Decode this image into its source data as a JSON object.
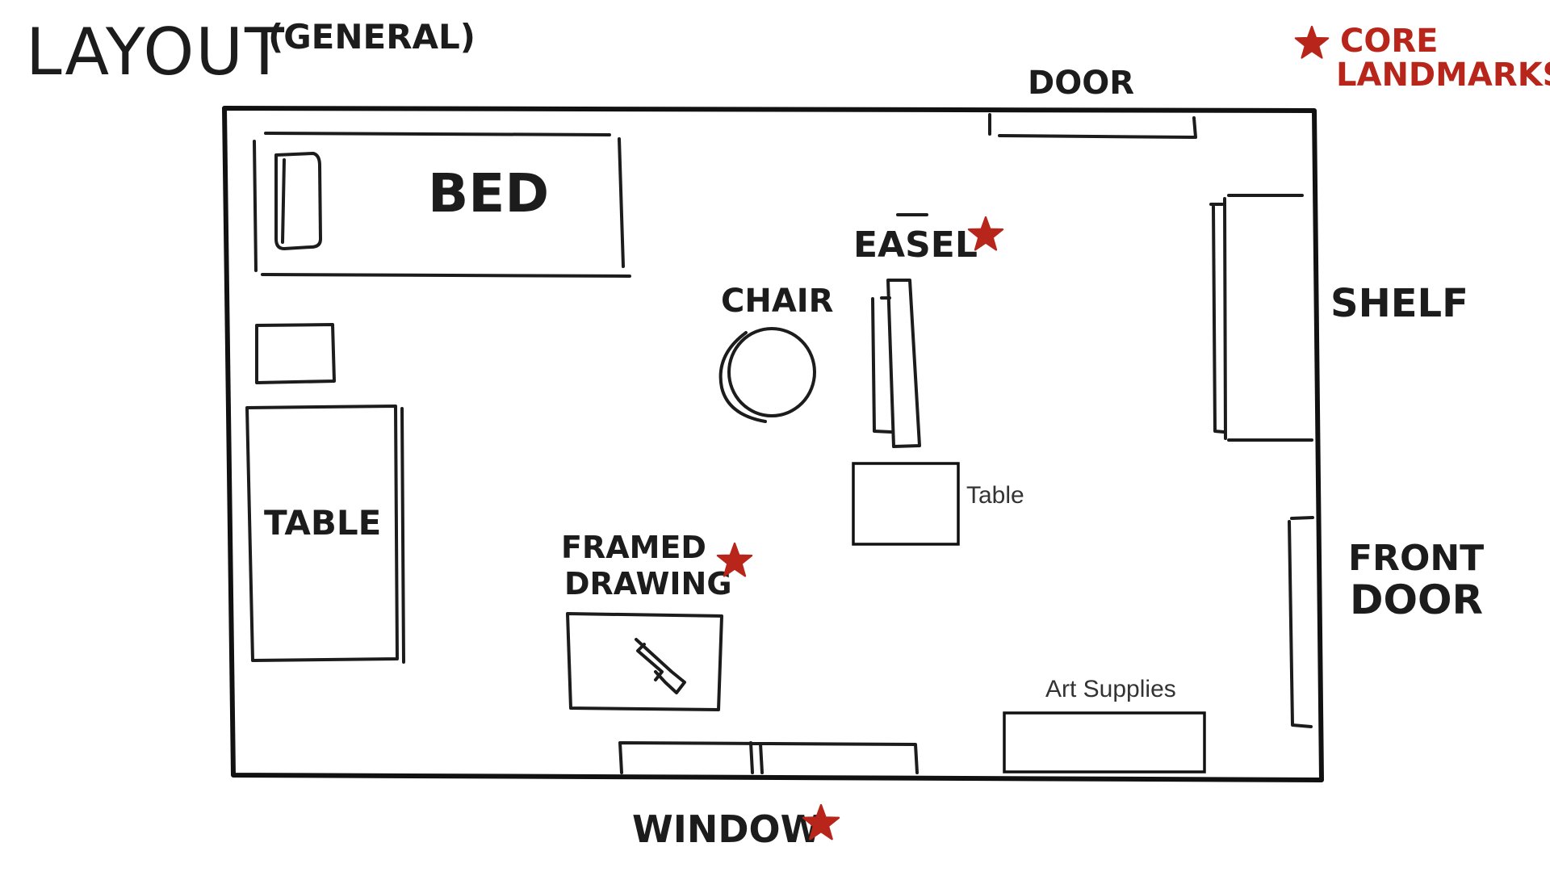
{
  "title": {
    "main": "LAYOUT",
    "sub": "(GENERAL)"
  },
  "legend": {
    "line1": "CORE",
    "line2": "LANDMARKS",
    "star_icon": "star-icon"
  },
  "labels": {
    "door": "DOOR",
    "bed": "BED",
    "easel": "EASEL",
    "chair": "CHAIR",
    "shelf": "SHELF",
    "table_left": "TABLE",
    "table_center": "Table",
    "framed_line1": "FRAMED",
    "framed_line2": "DRAWING",
    "front_line1": "FRONT",
    "front_line2": "DOOR",
    "art_supplies": "Art Supplies",
    "window": "WINDOW"
  },
  "core_landmarks": [
    "EASEL",
    "FRAMED DRAWING",
    "WINDOW"
  ],
  "colors": {
    "ink": "#1c1c1c",
    "landmark_star": "#b8261b",
    "legend_text": "#b8261b",
    "typed_text": "#333333"
  }
}
